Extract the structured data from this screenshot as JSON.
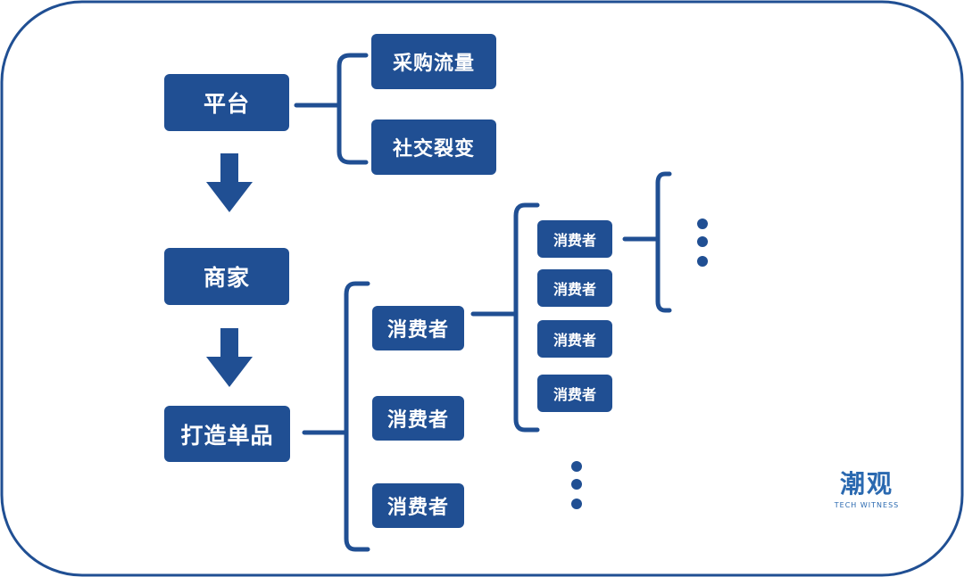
{
  "diagram": {
    "platform": "平台",
    "platform_children": [
      "采购流量",
      "社交裂变"
    ],
    "merchant": "商家",
    "product": "打造单品",
    "consumer_level1": [
      "消费者",
      "消费者",
      "消费者"
    ],
    "consumer_level2": [
      "消费者",
      "消费者",
      "消费者",
      "消费者"
    ]
  },
  "logo": {
    "main": "潮观",
    "sub": "TECH WITNESS"
  },
  "colors": {
    "box": "#204f93",
    "line": "#204f93",
    "border": "#204f93",
    "logo": "#2a69b0"
  }
}
